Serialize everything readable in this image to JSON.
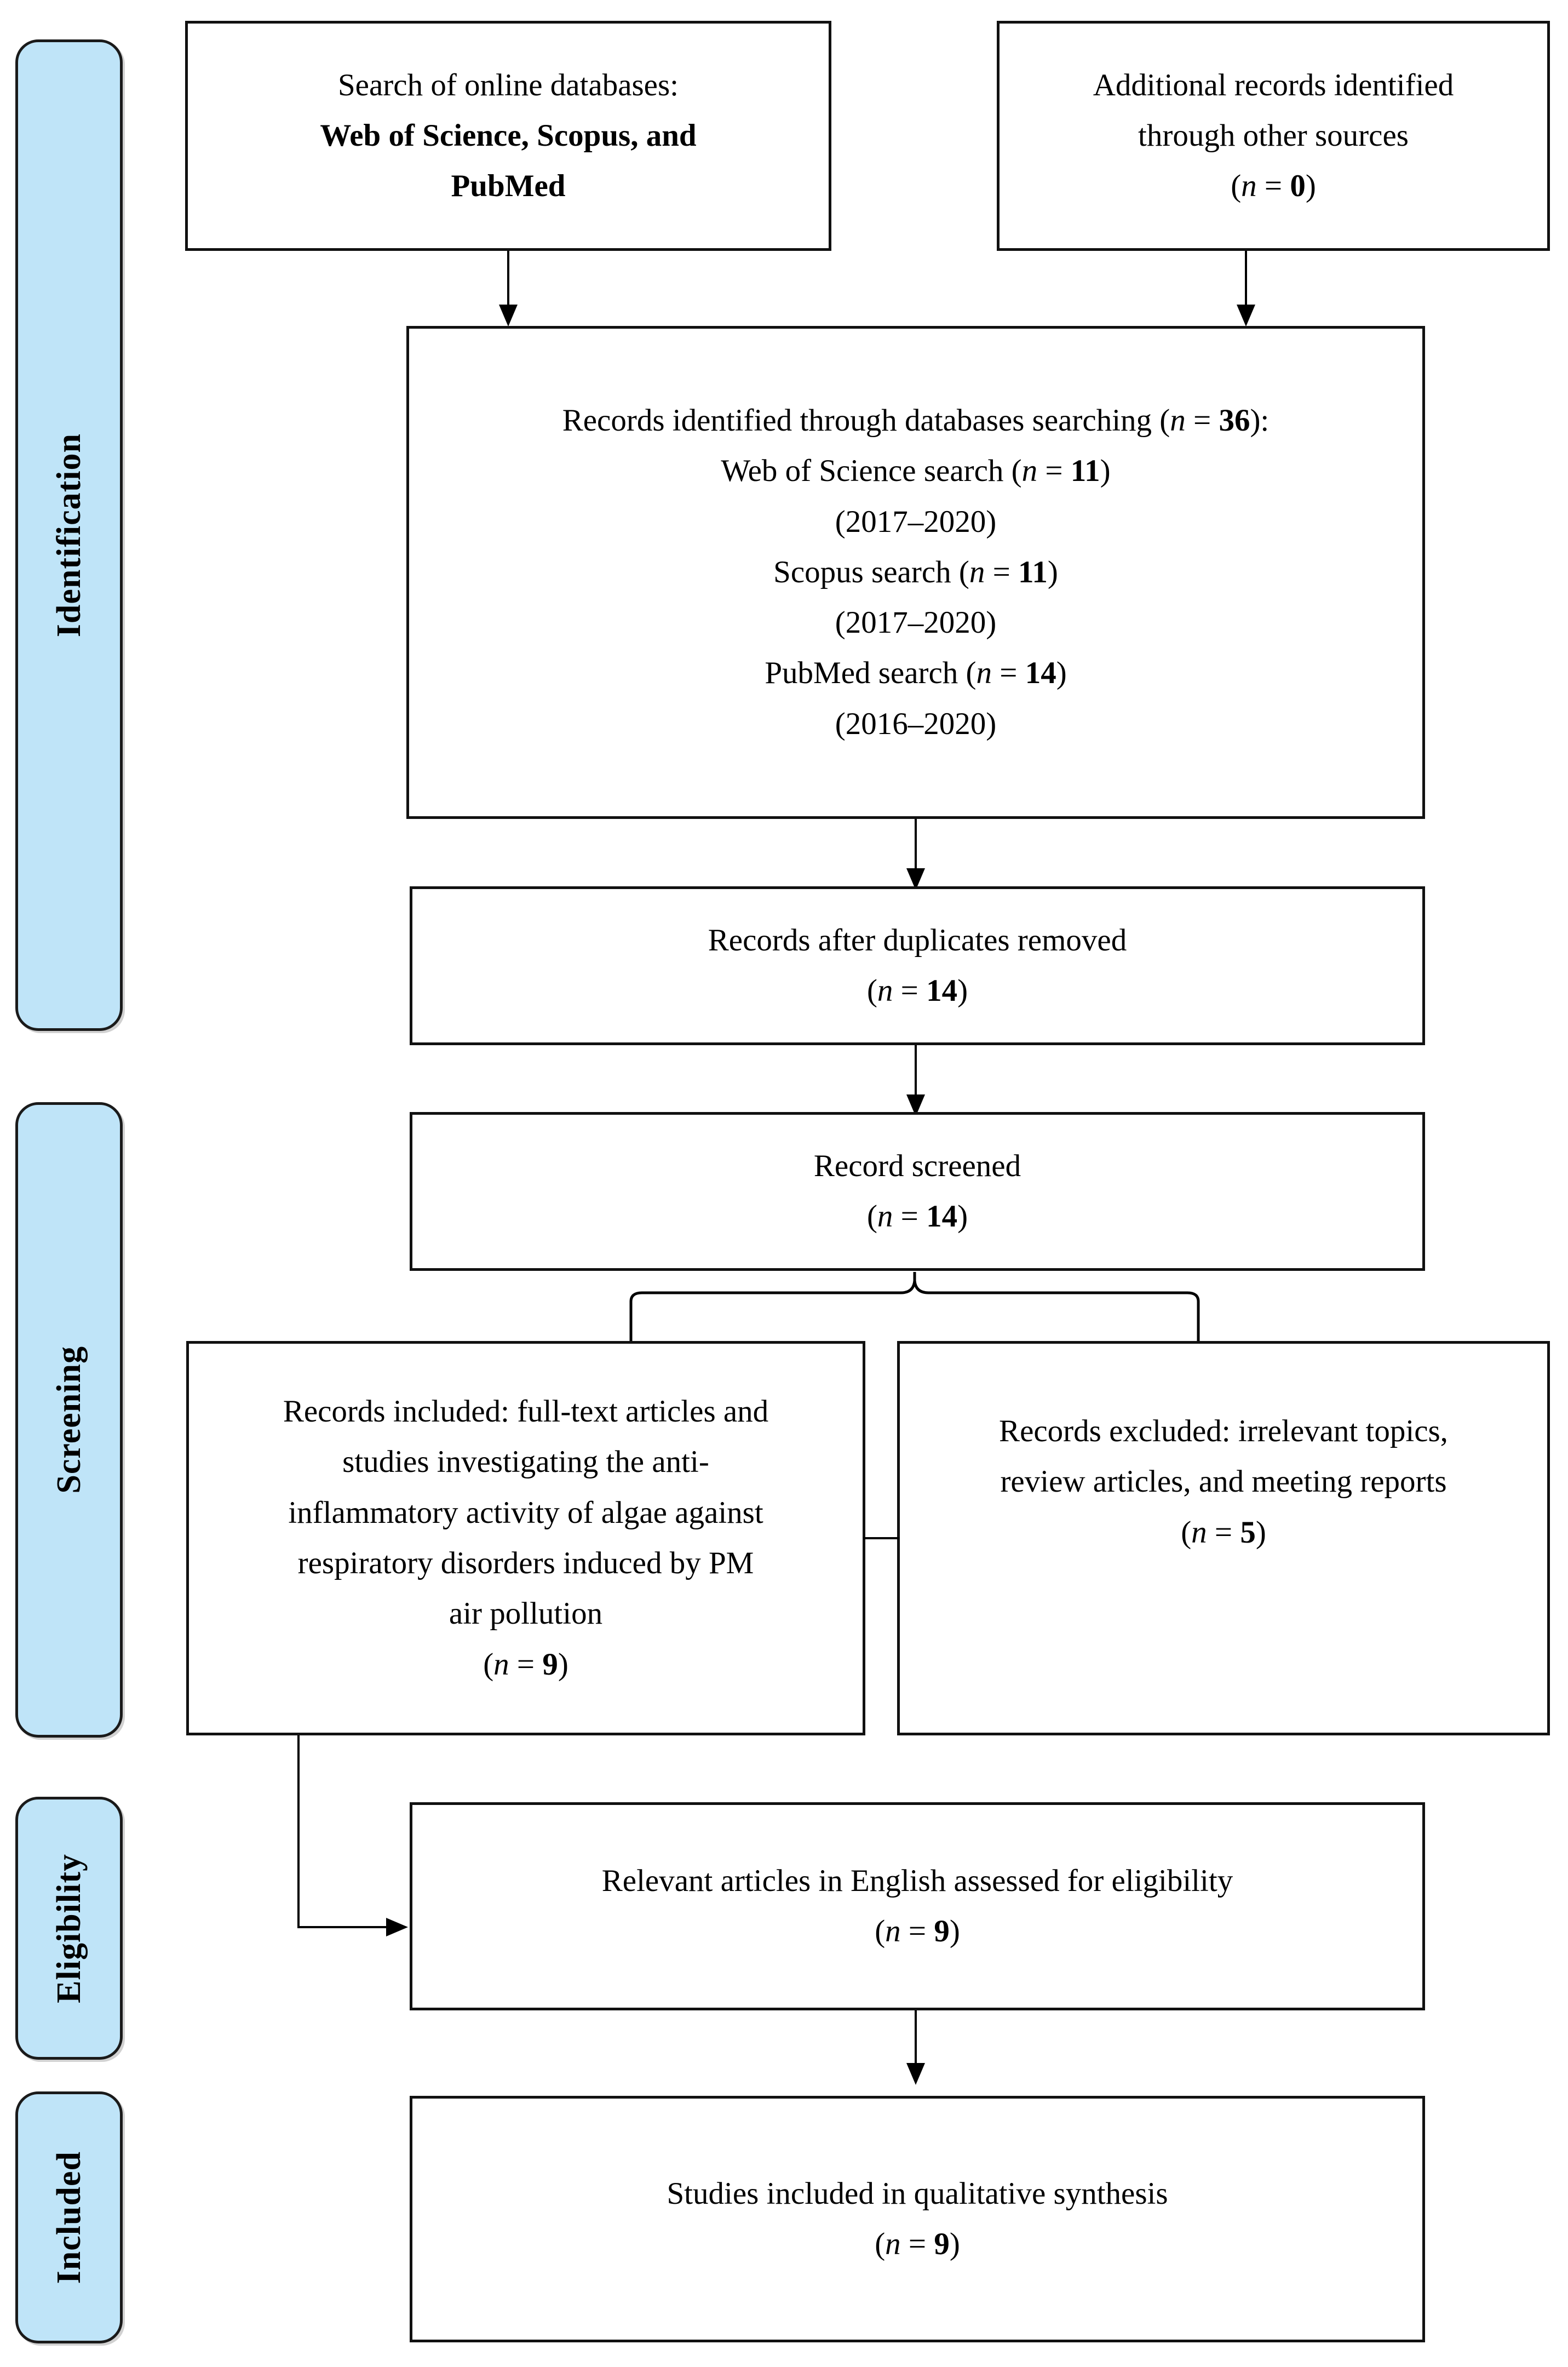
{
  "diagram": {
    "type": "PRISMA flow diagram",
    "accent_color": "#bfe4f8",
    "border_color": "#111111"
  },
  "phases": [
    {
      "id": "identification",
      "label": "Identification"
    },
    {
      "id": "screening",
      "label": "Screening"
    },
    {
      "id": "eligibility",
      "label": "Eligibility"
    },
    {
      "id": "included",
      "label": "Included"
    }
  ],
  "boxes": {
    "search_sources": {
      "line1": "Search of online databases:",
      "line2": "Web of Science, Scopus, and",
      "line3": "PubMed"
    },
    "additional_records": {
      "line1": "Additional records identified",
      "line2": "through other sources",
      "count_prefix": "(",
      "count_n": "n",
      "count_eq": " = ",
      "count_value": "0",
      "count_suffix": ")"
    },
    "records_identified": {
      "line1_a": "Records identified through databases searching (",
      "line1_n": "n",
      "line1_eq": " = ",
      "line1_value": "36",
      "line1_b": "):",
      "line2_a": "Web of Science search (",
      "line2_n": "n",
      "line2_eq": " = ",
      "line2_value": "11",
      "line2_b": ")",
      "line3": "(2017–2020)",
      "line4_a": "Scopus search (",
      "line4_n": "n",
      "line4_eq": " = ",
      "line4_value": "11",
      "line4_b": ")",
      "line5": "(2017–2020)",
      "line6_a": "PubMed search (",
      "line6_n": "n",
      "line6_eq": " = ",
      "line6_value": "14",
      "line6_b": ")",
      "line7": "(2016–2020)"
    },
    "duplicates_removed": {
      "line1": "Records after duplicates removed",
      "count_prefix": "(",
      "count_n": "n",
      "count_eq": " = ",
      "count_value": "14",
      "count_suffix": ")"
    },
    "record_screened": {
      "line1": "Record screened",
      "count_prefix": "(",
      "count_n": "n",
      "count_eq": " = ",
      "count_value": "14",
      "count_suffix": ")"
    },
    "records_included": {
      "line1": "Records included: full-text articles and",
      "line2": "studies investigating the anti-",
      "line3": "inflammatory activity of algae against",
      "line4": "respiratory disorders induced by PM",
      "line5": "air pollution",
      "count_prefix": "(",
      "count_n": "n",
      "count_eq": " = ",
      "count_value": "9",
      "count_suffix": ")"
    },
    "records_excluded": {
      "line1": "Records excluded: irrelevant topics,",
      "line2": "review articles, and meeting reports",
      "count_prefix": "(",
      "count_n": "n",
      "count_eq": " = ",
      "count_value": "5",
      "count_suffix": ")"
    },
    "eligibility_assessed": {
      "line1": "Relevant articles in English assessed for eligibility",
      "count_prefix": "(",
      "count_n": "n",
      "count_eq": " = ",
      "count_value": "9",
      "count_suffix": ")"
    },
    "qualitative_synthesis": {
      "line1": "Studies included in qualitative synthesis",
      "count_prefix": "(",
      "count_n": "n",
      "count_eq": " = ",
      "count_value": "9",
      "count_suffix": ")"
    }
  }
}
